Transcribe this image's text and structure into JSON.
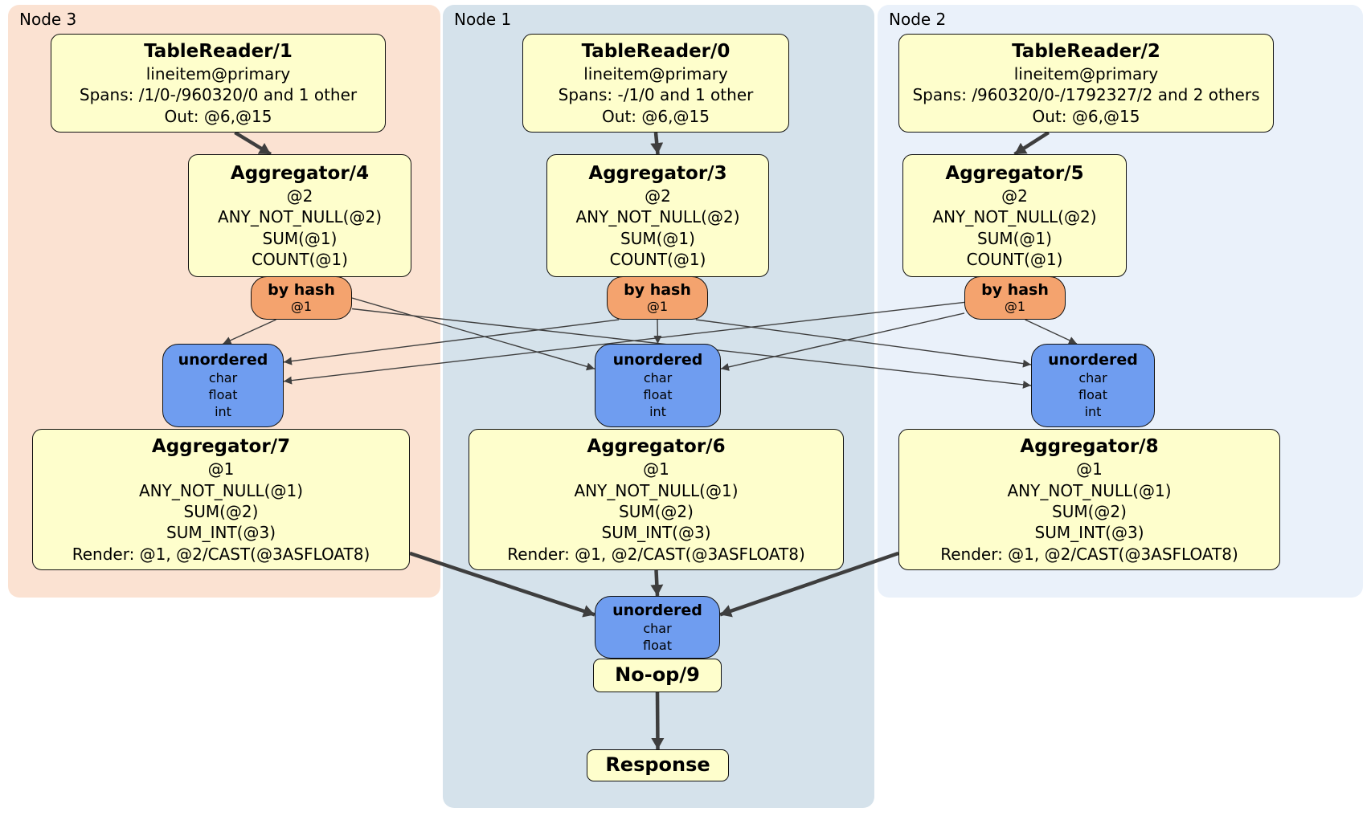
{
  "panels": {
    "node3": {
      "label": "Node 3"
    },
    "node1": {
      "label": "Node 1"
    },
    "node2": {
      "label": "Node 2"
    }
  },
  "boxes": {
    "tr1": {
      "title": "TableReader/1",
      "lines": [
        "lineitem@primary",
        "Spans: /1/0-/960320/0 and 1 other",
        "Out: @6,@15"
      ]
    },
    "tr0": {
      "title": "TableReader/0",
      "lines": [
        "lineitem@primary",
        "Spans: -/1/0 and 1 other",
        "Out: @6,@15"
      ]
    },
    "tr2": {
      "title": "TableReader/2",
      "lines": [
        "lineitem@primary",
        "Spans: /960320/0-/1792327/2 and 2 others",
        "Out: @6,@15"
      ]
    },
    "agg4": {
      "title": "Aggregator/4",
      "lines": [
        "@2",
        "ANY_NOT_NULL(@2)",
        "SUM(@1)",
        "COUNT(@1)"
      ]
    },
    "agg3": {
      "title": "Aggregator/3",
      "lines": [
        "@2",
        "ANY_NOT_NULL(@2)",
        "SUM(@1)",
        "COUNT(@1)"
      ]
    },
    "agg5": {
      "title": "Aggregator/5",
      "lines": [
        "@2",
        "ANY_NOT_NULL(@2)",
        "SUM(@1)",
        "COUNT(@1)"
      ]
    },
    "hash3": {
      "title": "by hash",
      "lines": [
        "@1"
      ]
    },
    "hash1": {
      "title": "by hash",
      "lines": [
        "@1"
      ]
    },
    "hash2": {
      "title": "by hash",
      "lines": [
        "@1"
      ]
    },
    "un3": {
      "title": "unordered",
      "lines": [
        "char",
        "float",
        "int"
      ]
    },
    "un1": {
      "title": "unordered",
      "lines": [
        "char",
        "float",
        "int"
      ]
    },
    "un2": {
      "title": "unordered",
      "lines": [
        "char",
        "float",
        "int"
      ]
    },
    "agg7": {
      "title": "Aggregator/7",
      "lines": [
        "@1",
        "ANY_NOT_NULL(@1)",
        "SUM(@2)",
        "SUM_INT(@3)",
        "Render: @1, @2/CAST(@3ASFLOAT8)"
      ]
    },
    "agg6": {
      "title": "Aggregator/6",
      "lines": [
        "@1",
        "ANY_NOT_NULL(@1)",
        "SUM(@2)",
        "SUM_INT(@3)",
        "Render: @1, @2/CAST(@3ASFLOAT8)"
      ]
    },
    "agg8": {
      "title": "Aggregator/8",
      "lines": [
        "@1",
        "ANY_NOT_NULL(@1)",
        "SUM(@2)",
        "SUM_INT(@3)",
        "Render: @1, @2/CAST(@3ASFLOAT8)"
      ]
    },
    "unf": {
      "title": "unordered",
      "lines": [
        "char",
        "float"
      ]
    },
    "noop": {
      "title": "No-op/9",
      "lines": []
    },
    "resp": {
      "title": "Response",
      "lines": []
    }
  },
  "colors": {
    "node3_bg": "#FBE2D2",
    "node1_bg": "#D5E2EB",
    "node2_bg": "#EAF1FA",
    "box_yellow": "#FEFECC",
    "router_orange": "#F4A36E",
    "sync_blue": "#6F9DF0",
    "edge": "#3f3f3f"
  },
  "edges": [
    {
      "from": "tr1",
      "to": "agg4",
      "type": "thick",
      "fromSide": "bottom",
      "toSide": "top",
      "fromFrac": 0.55,
      "toFrac": 0.37
    },
    {
      "from": "tr0",
      "to": "agg3",
      "type": "thick",
      "fromSide": "bottom",
      "toSide": "top",
      "fromFrac": 0.5,
      "toFrac": 0.5
    },
    {
      "from": "tr2",
      "to": "agg5",
      "type": "thick",
      "fromSide": "bottom",
      "toSide": "top",
      "fromFrac": 0.4,
      "toFrac": 0.5
    },
    {
      "from": "hash3",
      "to": "un3",
      "type": "thin",
      "fromSide": "bottom",
      "toSide": "top",
      "fromFrac": 0.25,
      "toFrac": 0.5
    },
    {
      "from": "hash3",
      "to": "un1",
      "type": "thin",
      "fromSide": "right",
      "toSide": "left",
      "fromFrac": 0.5,
      "toFrac": 0.3
    },
    {
      "from": "hash3",
      "to": "un2",
      "type": "thin",
      "fromSide": "right",
      "toSide": "left",
      "fromFrac": 0.75,
      "toFrac": 0.5
    },
    {
      "from": "hash1",
      "to": "un3",
      "type": "thin",
      "fromSide": "bottom",
      "toSide": "right",
      "fromFrac": 0.12,
      "toFrac": 0.22
    },
    {
      "from": "hash1",
      "to": "un1",
      "type": "thin",
      "fromSide": "bottom",
      "toSide": "top",
      "fromFrac": 0.5,
      "toFrac": 0.5
    },
    {
      "from": "hash1",
      "to": "un2",
      "type": "thin",
      "fromSide": "bottom",
      "toSide": "left",
      "fromFrac": 0.88,
      "toFrac": 0.25
    },
    {
      "from": "hash2",
      "to": "un3",
      "type": "thin",
      "fromSide": "left",
      "toSide": "right",
      "fromFrac": 0.6,
      "toFrac": 0.45
    },
    {
      "from": "hash2",
      "to": "un1",
      "type": "thin",
      "fromSide": "left",
      "toSide": "right",
      "fromFrac": 0.85,
      "toFrac": 0.3
    },
    {
      "from": "hash2",
      "to": "un2",
      "type": "thin",
      "fromSide": "bottom",
      "toSide": "top",
      "fromFrac": 0.6,
      "toFrac": 0.37
    },
    {
      "from": "agg7",
      "to": "unf",
      "type": "thick",
      "fromSide": "right",
      "toSide": "left",
      "fromFrac": 0.88,
      "toFrac": 0.3
    },
    {
      "from": "agg6",
      "to": "unf",
      "type": "thick",
      "fromSide": "bottom",
      "toSide": "top",
      "fromFrac": 0.5,
      "toFrac": 0.5
    },
    {
      "from": "agg8",
      "to": "unf",
      "type": "thick",
      "fromSide": "left",
      "toSide": "right",
      "fromFrac": 0.88,
      "toFrac": 0.3
    },
    {
      "from": "noop",
      "to": "resp",
      "type": "thick",
      "fromSide": "bottom",
      "toSide": "top",
      "fromFrac": 0.5,
      "toFrac": 0.5
    }
  ]
}
